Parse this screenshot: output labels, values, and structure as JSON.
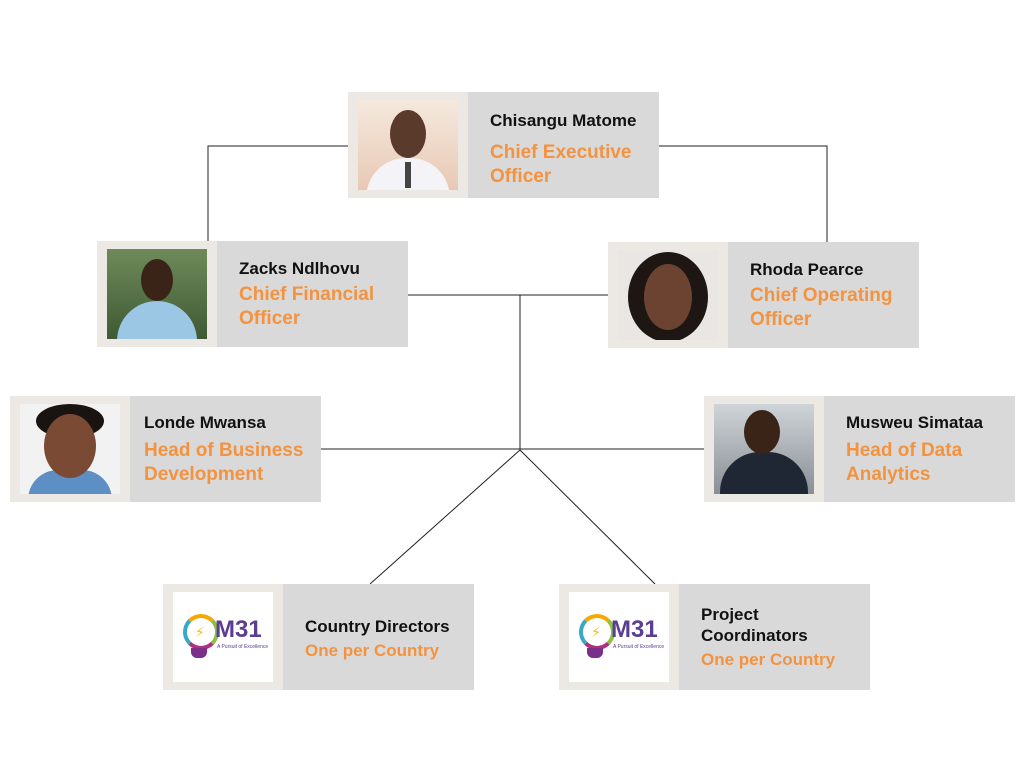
{
  "nodes": {
    "ceo": {
      "name": "Chisangu Matome",
      "role": "Chief Executive Officer"
    },
    "cfo": {
      "name": "Zacks Ndlhovu",
      "role": "Chief Financial Officer"
    },
    "coo": {
      "name": "Rhoda Pearce",
      "role": "Chief Operating Officer"
    },
    "hbd": {
      "name": "Londe Mwansa",
      "role": "Head of Business Development"
    },
    "hda": {
      "name": "Musweu Simataa",
      "role": "Head of Data Analytics"
    },
    "cd": {
      "name": "Country Directors",
      "role": "One per Country"
    },
    "pc": {
      "name": "Project Coordinators",
      "role": "One per Country"
    }
  },
  "logo": {
    "text": "M31",
    "tagline": "A Pursuit of Excellence"
  },
  "colors": {
    "accent": "#f39340",
    "card": "#d9d9d9",
    "frame": "#ece9e4",
    "line": "#222222"
  }
}
